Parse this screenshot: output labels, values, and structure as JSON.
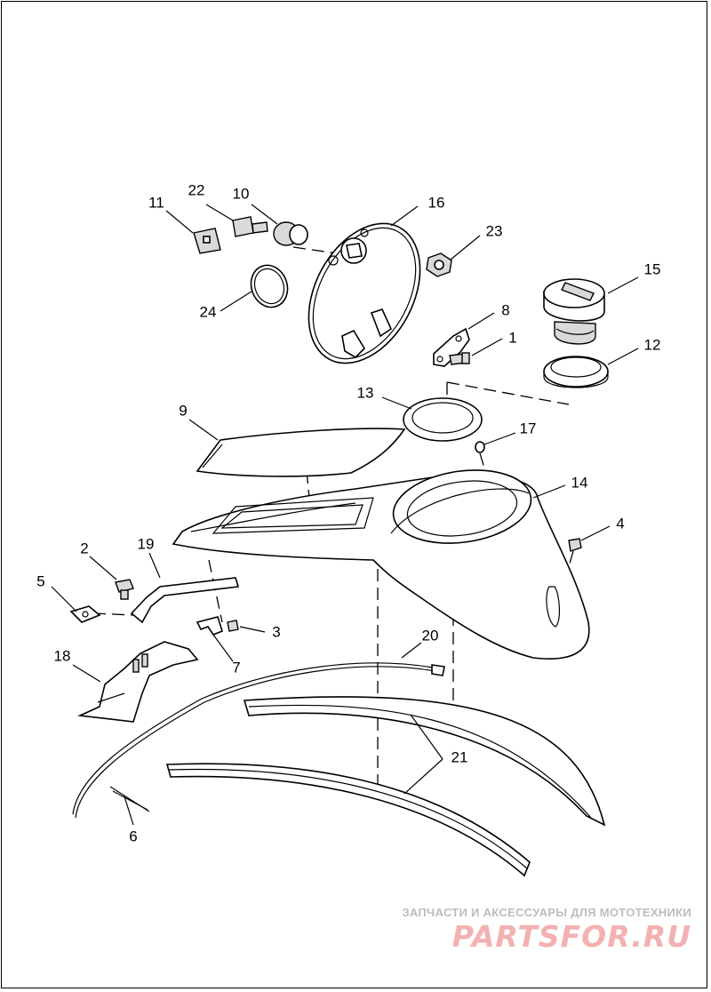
{
  "diagram": {
    "callouts": [
      {
        "id": "11",
        "label": "11"
      },
      {
        "id": "22",
        "label": "22"
      },
      {
        "id": "10",
        "label": "10"
      },
      {
        "id": "16",
        "label": "16"
      },
      {
        "id": "23",
        "label": "23"
      },
      {
        "id": "15",
        "label": "15"
      },
      {
        "id": "24",
        "label": "24"
      },
      {
        "id": "8",
        "label": "8"
      },
      {
        "id": "1",
        "label": "1"
      },
      {
        "id": "12",
        "label": "12"
      },
      {
        "id": "13",
        "label": "13"
      },
      {
        "id": "9",
        "label": "9"
      },
      {
        "id": "17",
        "label": "17"
      },
      {
        "id": "14",
        "label": "14"
      },
      {
        "id": "4",
        "label": "4"
      },
      {
        "id": "2",
        "label": "2"
      },
      {
        "id": "19",
        "label": "19"
      },
      {
        "id": "5",
        "label": "5"
      },
      {
        "id": "3",
        "label": "3"
      },
      {
        "id": "7",
        "label": "7"
      },
      {
        "id": "18",
        "label": "18"
      },
      {
        "id": "20",
        "label": "20"
      },
      {
        "id": "21",
        "label": "21"
      },
      {
        "id": "6",
        "label": "6"
      }
    ]
  },
  "watermark": {
    "tagline": "ЗАПЧАСТИ И АКСЕССУАРЫ ДЛЯ МОТОТЕХНИКИ",
    "logo": "PARTSFOR.RU"
  }
}
